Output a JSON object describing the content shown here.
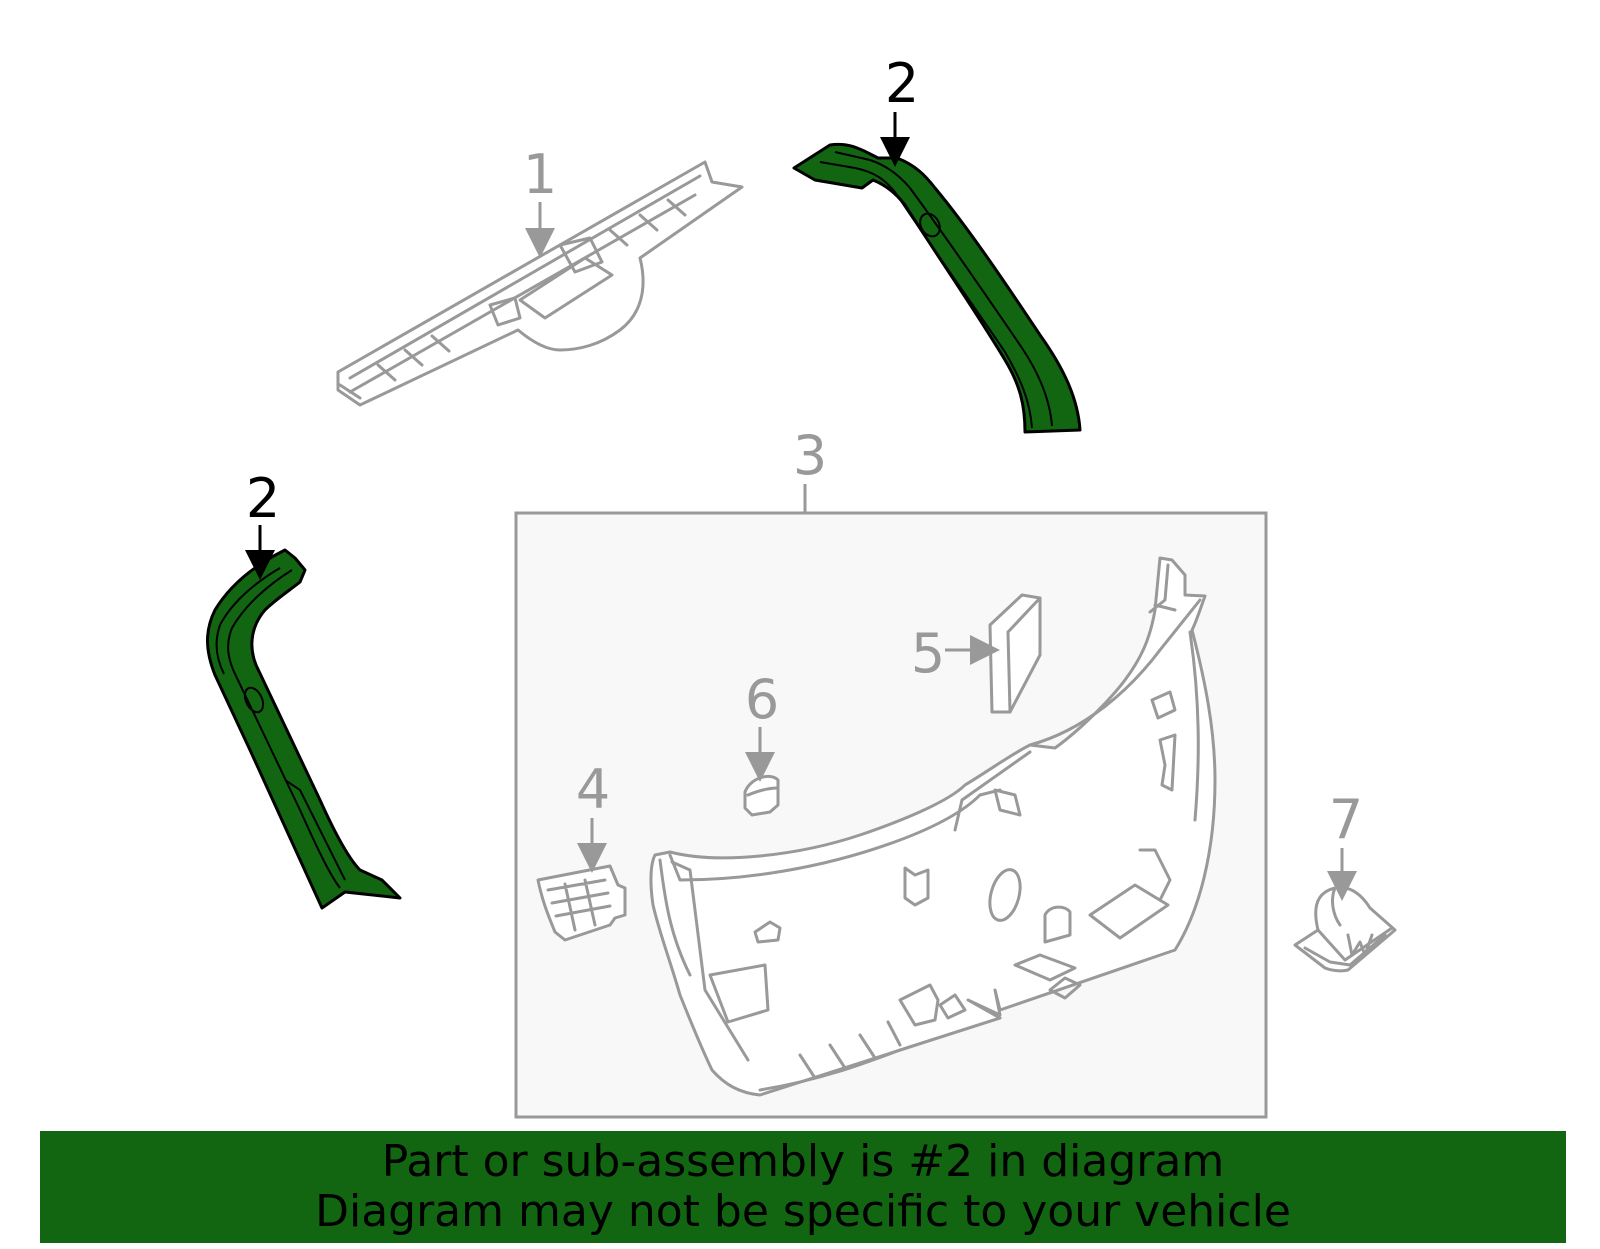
{
  "callouts": {
    "c1": "1",
    "c2_top": "2",
    "c2_left": "2",
    "c3": "3",
    "c4": "4",
    "c5": "5",
    "c6": "6",
    "c7": "7"
  },
  "highlighted_part": "2",
  "banner": {
    "line1": "Part or sub-assembly is #2 in diagram",
    "line2": "Diagram may not be specific to your vehicle"
  },
  "colors": {
    "highlight_green": "#126612",
    "outline_grey": "#999999",
    "box_background": "#f8f8f8"
  }
}
